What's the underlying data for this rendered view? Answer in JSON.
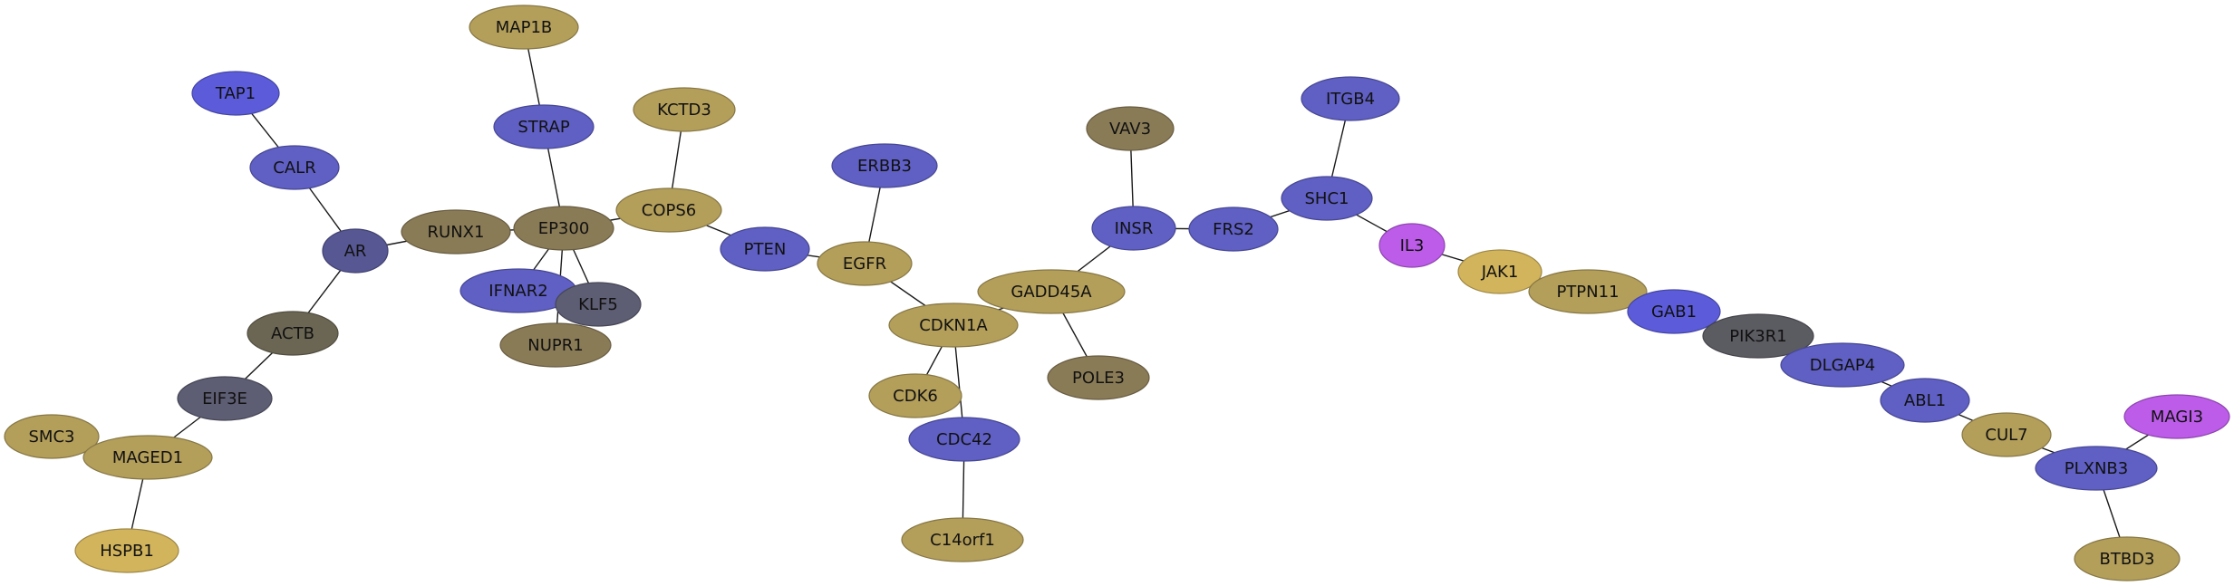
{
  "palette": {
    "blue": "#5f5fc4",
    "tan": "#b39e5a",
    "brown": "#8a7b57",
    "gray": "#6b6654",
    "slate": "#5d5d73",
    "darkgray": "#5b5b62",
    "gold": "#d2b45c",
    "violet": "#bc5ce8",
    "royal": "#5c5cdb",
    "navy": "#575794"
  },
  "nodes": [
    {
      "id": "MAP1B",
      "label": "MAP1B",
      "color": "tan"
    },
    {
      "id": "TAP1",
      "label": "TAP1",
      "color": "royal"
    },
    {
      "id": "KCTD3",
      "label": "KCTD3",
      "color": "tan"
    },
    {
      "id": "STRAP",
      "label": "STRAP",
      "color": "blue"
    },
    {
      "id": "ITGB4",
      "label": "ITGB4",
      "color": "blue"
    },
    {
      "id": "VAV3",
      "label": "VAV3",
      "color": "brown"
    },
    {
      "id": "CALR",
      "label": "CALR",
      "color": "blue"
    },
    {
      "id": "ERBB3",
      "label": "ERBB3",
      "color": "blue"
    },
    {
      "id": "COPS6",
      "label": "COPS6",
      "color": "tan"
    },
    {
      "id": "SHC1",
      "label": "SHC1",
      "color": "blue"
    },
    {
      "id": "RUNX1",
      "label": "RUNX1",
      "color": "brown"
    },
    {
      "id": "EP300",
      "label": "EP300",
      "color": "brown"
    },
    {
      "id": "INSR",
      "label": "INSR",
      "color": "blue"
    },
    {
      "id": "FRS2",
      "label": "FRS2",
      "color": "blue"
    },
    {
      "id": "AR",
      "label": "AR",
      "color": "navy"
    },
    {
      "id": "PTEN",
      "label": "PTEN",
      "color": "blue"
    },
    {
      "id": "IL3",
      "label": "IL3",
      "color": "violet"
    },
    {
      "id": "EGFR",
      "label": "EGFR",
      "color": "tan"
    },
    {
      "id": "JAK1",
      "label": "JAK1",
      "color": "gold"
    },
    {
      "id": "IFNAR2",
      "label": "IFNAR2",
      "color": "blue"
    },
    {
      "id": "GADD45A",
      "label": "GADD45A",
      "color": "tan"
    },
    {
      "id": "PTPN11",
      "label": "PTPN11",
      "color": "tan"
    },
    {
      "id": "KLF5",
      "label": "KLF5",
      "color": "slate"
    },
    {
      "id": "GAB1",
      "label": "GAB1",
      "color": "royal"
    },
    {
      "id": "ACTB",
      "label": "ACTB",
      "color": "gray"
    },
    {
      "id": "CDKN1A",
      "label": "CDKN1A",
      "color": "tan"
    },
    {
      "id": "PIK3R1",
      "label": "PIK3R1",
      "color": "darkgray"
    },
    {
      "id": "NUPR1",
      "label": "NUPR1",
      "color": "brown"
    },
    {
      "id": "DLGAP4",
      "label": "DLGAP4",
      "color": "blue"
    },
    {
      "id": "POLE3",
      "label": "POLE3",
      "color": "brown"
    },
    {
      "id": "EIF3E",
      "label": "EIF3E",
      "color": "slate"
    },
    {
      "id": "CDK6",
      "label": "CDK6",
      "color": "tan"
    },
    {
      "id": "ABL1",
      "label": "ABL1",
      "color": "blue"
    },
    {
      "id": "MAGI3",
      "label": "MAGI3",
      "color": "violet"
    },
    {
      "id": "SMC3",
      "label": "SMC3",
      "color": "tan"
    },
    {
      "id": "CDC42",
      "label": "CDC42",
      "color": "blue"
    },
    {
      "id": "CUL7",
      "label": "CUL7",
      "color": "tan"
    },
    {
      "id": "MAGED1",
      "label": "MAGED1",
      "color": "tan"
    },
    {
      "id": "PLXNB3",
      "label": "PLXNB3",
      "color": "blue"
    },
    {
      "id": "HSPB1",
      "label": "HSPB1",
      "color": "gold"
    },
    {
      "id": "C14orf1",
      "label": "C14orf1",
      "color": "tan"
    },
    {
      "id": "BTBD3",
      "label": "BTBD3",
      "color": "tan"
    }
  ],
  "edges": [
    [
      "MAP1B",
      "STRAP"
    ],
    [
      "STRAP",
      "EP300"
    ],
    [
      "TAP1",
      "CALR"
    ],
    [
      "CALR",
      "AR"
    ],
    [
      "AR",
      "RUNX1"
    ],
    [
      "RUNX1",
      "EP300"
    ],
    [
      "AR",
      "ACTB"
    ],
    [
      "ACTB",
      "EIF3E"
    ],
    [
      "EIF3E",
      "MAGED1"
    ],
    [
      "SMC3",
      "MAGED1"
    ],
    [
      "MAGED1",
      "HSPB1"
    ],
    [
      "EP300",
      "IFNAR2"
    ],
    [
      "EP300",
      "KLF5"
    ],
    [
      "EP300",
      "NUPR1"
    ],
    [
      "EP300",
      "COPS6"
    ],
    [
      "KCTD3",
      "COPS6"
    ],
    [
      "COPS6",
      "PTEN"
    ],
    [
      "PTEN",
      "EGFR"
    ],
    [
      "ERBB3",
      "EGFR"
    ],
    [
      "EGFR",
      "CDKN1A"
    ],
    [
      "CDKN1A",
      "GADD45A"
    ],
    [
      "CDKN1A",
      "CDK6"
    ],
    [
      "CDKN1A",
      "CDC42"
    ],
    [
      "CDC42",
      "C14orf1"
    ],
    [
      "GADD45A",
      "POLE3"
    ],
    [
      "GADD45A",
      "INSR"
    ],
    [
      "VAV3",
      "INSR"
    ],
    [
      "INSR",
      "FRS2"
    ],
    [
      "FRS2",
      "SHC1"
    ],
    [
      "ITGB4",
      "SHC1"
    ],
    [
      "SHC1",
      "IL3"
    ],
    [
      "IL3",
      "JAK1"
    ],
    [
      "JAK1",
      "PTPN11"
    ],
    [
      "PTPN11",
      "GAB1"
    ],
    [
      "GAB1",
      "PIK3R1"
    ],
    [
      "PIK3R1",
      "DLGAP4"
    ],
    [
      "DLGAP4",
      "ABL1"
    ],
    [
      "ABL1",
      "CUL7"
    ],
    [
      "CUL7",
      "PLXNB3"
    ],
    [
      "MAGI3",
      "PLXNB3"
    ],
    [
      "PLXNB3",
      "BTBD3"
    ]
  ]
}
